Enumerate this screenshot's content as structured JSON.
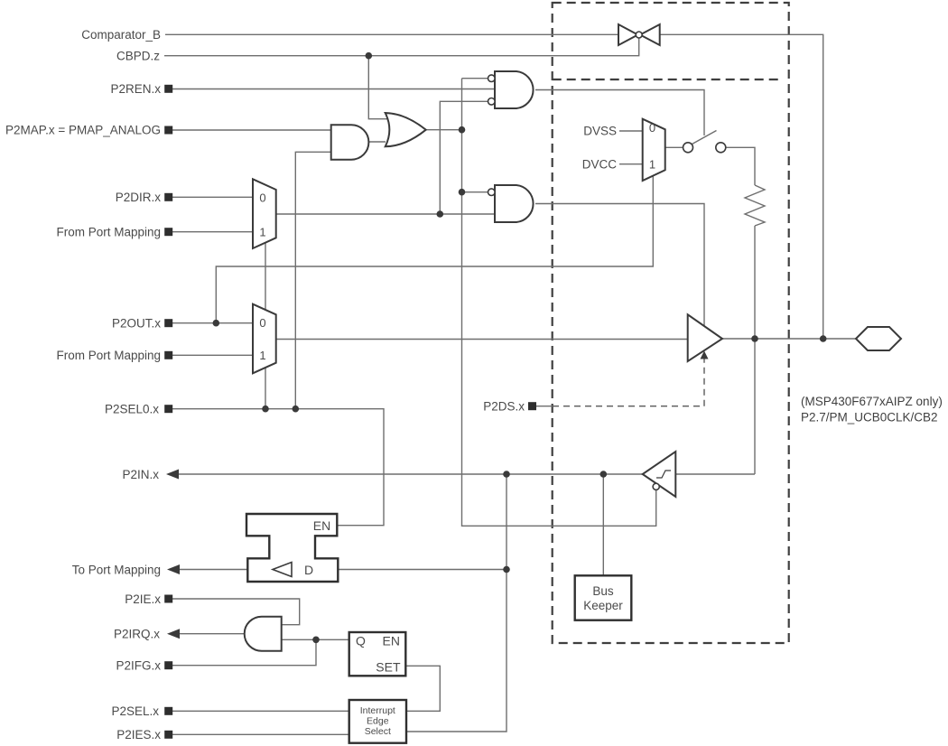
{
  "colors": {
    "background": "#ffffff",
    "wire": "#6e6e6e",
    "component_outline": "#3a3a3a",
    "text": "#4a4a4a"
  },
  "signals": {
    "comparator_b": "Comparator_B",
    "cbpd": "CBPD.z",
    "p2ren": "P2REN.x",
    "p2map": "P2MAP.x = PMAP_ANALOG",
    "p2dir": "P2DIR.x",
    "from_port_mapping": "From Port Mapping",
    "p2out": "P2OUT.x",
    "p2sel0": "P2SEL0.x",
    "p2in": "P2IN.x",
    "to_port_mapping": "To Port Mapping",
    "p2ie": "P2IE.x",
    "p2irq": "P2IRQ.x",
    "p2ifg": "P2IFG.x",
    "p2sel": "P2SEL.x",
    "p2ies": "P2IES.x",
    "p2ds": "P2DS.x",
    "dvss": "DVSS",
    "dvcc": "DVCC"
  },
  "mux": {
    "input0": "0",
    "input1": "1"
  },
  "latch": {
    "en": "EN",
    "d": "D"
  },
  "flag_latch": {
    "q": "Q",
    "en": "EN",
    "set": "SET"
  },
  "edge_select": [
    "Interrupt",
    "Edge",
    "Select"
  ],
  "bus_keeper": [
    "Bus",
    "Keeper"
  ],
  "note": {
    "line1": "(MSP430F677xAIPZ only)",
    "line2": "P2.7/PM_UCB0CLK/CB2"
  }
}
